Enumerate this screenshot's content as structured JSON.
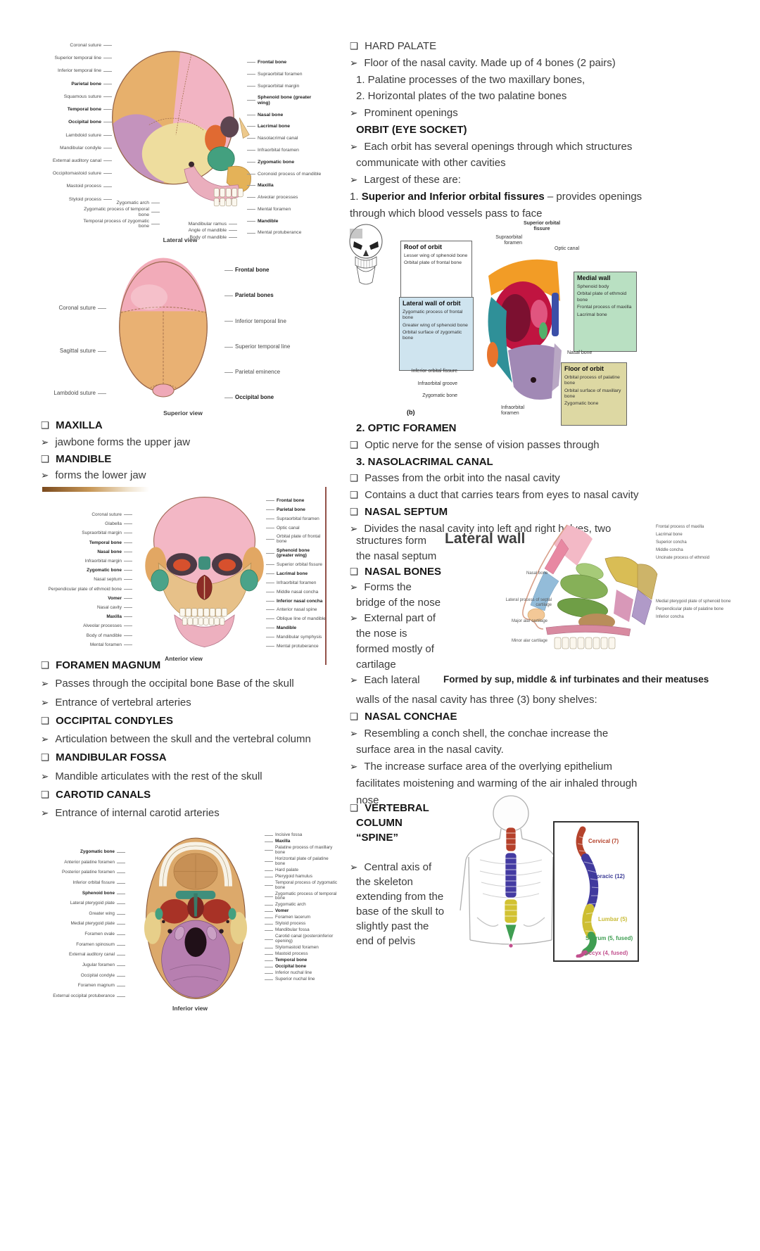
{
  "left_col": {
    "lateral_figure": {
      "caption": "Lateral view",
      "left_labels": [
        {
          "t": "Coronal suture",
          "cls": ""
        },
        {
          "t": "Superior temporal line",
          "cls": ""
        },
        {
          "t": "Inferior temporal line",
          "cls": ""
        },
        {
          "t": "Parietal bone",
          "cls": "b"
        },
        {
          "t": "Squamous suture",
          "cls": ""
        },
        {
          "t": "Temporal bone",
          "cls": "b"
        },
        {
          "t": "Occipital bone",
          "cls": "b"
        },
        {
          "t": "Lambdoid suture",
          "cls": ""
        },
        {
          "t": "Mandibular condyle",
          "cls": ""
        },
        {
          "t": "External auditory canal",
          "cls": ""
        },
        {
          "t": "Occipitomastoid suture",
          "cls": ""
        },
        {
          "t": "Mastoid process",
          "cls": ""
        },
        {
          "t": "Styloid process",
          "cls": ""
        }
      ],
      "zygomatic_group": [
        "Zygomatic arch",
        "Zygomatic process of temporal bone",
        "Temporal process of zygomatic bone"
      ],
      "mandible_group": [
        "Mandibular ramus",
        "Angle of mandible",
        "Body of mandible"
      ],
      "right_labels": [
        {
          "t": "Frontal bone",
          "cls": "b"
        },
        {
          "t": "Supraorbital foramen",
          "cls": ""
        },
        {
          "t": "Supraorbital margin",
          "cls": ""
        },
        {
          "t": "Sphenoid bone (greater wing)",
          "cls": "b"
        },
        {
          "t": "Nasal bone",
          "cls": "b"
        },
        {
          "t": "Lacrimal bone",
          "cls": "b"
        },
        {
          "t": "Nasolacrimal canal",
          "cls": ""
        },
        {
          "t": "Infraorbital foramen",
          "cls": ""
        },
        {
          "t": "Zygomatic bone",
          "cls": "b"
        },
        {
          "t": "Coronoid process of mandible",
          "cls": ""
        },
        {
          "t": "Maxilla",
          "cls": "b"
        },
        {
          "t": "Alveolar processes",
          "cls": ""
        },
        {
          "t": "Mental foramen",
          "cls": ""
        },
        {
          "t": "Mandible",
          "cls": "b"
        },
        {
          "t": "Mental protuberance",
          "cls": ""
        }
      ]
    },
    "superior_figure": {
      "caption": "Superior view",
      "left_labels": [
        {
          "t": "Coronal suture",
          "cls": ""
        },
        {
          "t": "Sagittal suture",
          "cls": ""
        },
        {
          "t": "Lambdoid suture",
          "cls": ""
        }
      ],
      "right_labels": [
        {
          "t": "Frontal bone",
          "cls": "b"
        },
        {
          "t": "Parietal bones",
          "cls": "b"
        },
        {
          "t": "Inferior temporal line",
          "cls": ""
        },
        {
          "t": "Superior temporal line",
          "cls": ""
        },
        {
          "t": "Parietal eminence",
          "cls": ""
        },
        {
          "t": "Occipital bone",
          "cls": "b"
        }
      ]
    },
    "jaw_text": {
      "lines": [
        {
          "g": "❑",
          "t": "MAXILLA",
          "cls": "b"
        },
        {
          "g": "➢",
          "t": "jawbone forms the upper jaw",
          "cls": ""
        },
        {
          "g": "❑",
          "t": "MANDIBLE",
          "cls": "b"
        },
        {
          "g": "➢",
          "t": "forms the lower jaw",
          "cls": ""
        }
      ]
    },
    "anterior_figure": {
      "caption": "Anterior view",
      "left_labels": [
        {
          "t": "Coronal suture",
          "cls": ""
        },
        {
          "t": "Glabella",
          "cls": ""
        },
        {
          "t": "Supraorbital margin",
          "cls": ""
        },
        {
          "t": "Temporal bone",
          "cls": "b"
        },
        {
          "t": "Nasal bone",
          "cls": "b"
        },
        {
          "t": "Infraorbital margin",
          "cls": ""
        },
        {
          "t": "Zygomatic bone",
          "cls": "b"
        },
        {
          "t": "Nasal septum",
          "cls": ""
        },
        {
          "t": "Perpendicular plate of ethmoid bone",
          "cls": ""
        },
        {
          "t": "Vomer",
          "cls": "b"
        },
        {
          "t": "Nasal cavity",
          "cls": ""
        },
        {
          "t": "Maxilla",
          "cls": "b"
        },
        {
          "t": "Alveolar processes",
          "cls": ""
        },
        {
          "t": "Body of mandible",
          "cls": ""
        },
        {
          "t": "Mental foramen",
          "cls": ""
        }
      ],
      "right_labels": [
        {
          "t": "Frontal bone",
          "cls": "b"
        },
        {
          "t": "Parietal bone",
          "cls": "b"
        },
        {
          "t": "Supraorbital foramen",
          "cls": ""
        },
        {
          "t": "Optic canal",
          "cls": ""
        },
        {
          "t": "Orbital plate of frontal bone",
          "cls": ""
        },
        {
          "t": "Sphenoid bone (greater wing)",
          "cls": "b"
        },
        {
          "t": "Superior orbital fissure",
          "cls": ""
        },
        {
          "t": "Lacrimal bone",
          "cls": "b"
        },
        {
          "t": "Infraorbital foramen",
          "cls": ""
        },
        {
          "t": "Middle nasal concha",
          "cls": ""
        },
        {
          "t": "Inferior nasal concha",
          "cls": "b"
        },
        {
          "t": "Anterior nasal spine",
          "cls": ""
        },
        {
          "t": "Oblique line of mandible",
          "cls": ""
        },
        {
          "t": "Mandible",
          "cls": "b"
        },
        {
          "t": "Mandibular symphysis",
          "cls": ""
        },
        {
          "t": "Mental protuberance",
          "cls": ""
        }
      ]
    },
    "base_text": {
      "lines": [
        {
          "g": "❑",
          "t": "FORAMEN MAGNUM",
          "cls": "b"
        },
        {
          "g": "➢",
          "t": "Passes through the occipital bone Base of the skull",
          "cls": ""
        },
        {
          "g": "➢",
          "t": "Entrance of vertebral arteries",
          "cls": ""
        },
        {
          "g": "❑",
          "t": "OCCIPITAL CONDYLES",
          "cls": "b"
        },
        {
          "g": "➢",
          "t": "Articulation between the skull and the vertebral column",
          "cls": ""
        },
        {
          "g": "❑",
          "t": "MANDIBULAR FOSSA",
          "cls": "b"
        },
        {
          "g": "➢",
          "t": "Mandible articulates with the rest of the skull",
          "cls": ""
        },
        {
          "g": "❑",
          "t": "CAROTID CANALS",
          "cls": "b"
        },
        {
          "g": "➢",
          "t": "Entrance of internal carotid arteries",
          "cls": ""
        }
      ]
    },
    "inferior_figure": {
      "caption": "Inferior view",
      "left_labels": [
        {
          "t": "Zygomatic bone",
          "cls": "b"
        },
        {
          "t": "Anterior palatine foramen",
          "cls": ""
        },
        {
          "t": "Posterior palatine foramen",
          "cls": ""
        },
        {
          "t": "Inferior orbital fissure",
          "cls": ""
        },
        {
          "t": "Sphenoid bone",
          "cls": "b"
        },
        {
          "t": "Lateral pterygoid plate",
          "cls": ""
        },
        {
          "t": "Greater wing",
          "cls": ""
        },
        {
          "t": "Medial pterygoid plate",
          "cls": ""
        },
        {
          "t": "Foramen ovale",
          "cls": ""
        },
        {
          "t": "Foramen spinosum",
          "cls": ""
        },
        {
          "t": "External auditory canal",
          "cls": ""
        },
        {
          "t": "Jugular foramen",
          "cls": ""
        },
        {
          "t": "Occipital condyle",
          "cls": ""
        },
        {
          "t": "Foramen magnum",
          "cls": ""
        },
        {
          "t": "External occipital protuberance",
          "cls": ""
        }
      ],
      "right_labels": [
        {
          "t": "Incisive fossa",
          "cls": ""
        },
        {
          "t": "Maxilla",
          "cls": "b"
        },
        {
          "t": "Palatine process of maxillary bone",
          "cls": ""
        },
        {
          "t": "Horizontal plate of palatine bone",
          "cls": ""
        },
        {
          "t": "Hard palate",
          "cls": ""
        },
        {
          "t": "Pterygoid hamulus",
          "cls": ""
        },
        {
          "t": "Temporal process of zygomatic bone",
          "cls": ""
        },
        {
          "t": "Zygomatic process of temporal bone",
          "cls": ""
        },
        {
          "t": "Zygomatic arch",
          "cls": ""
        },
        {
          "t": "Vomer",
          "cls": "b"
        },
        {
          "t": "Foramen lacerum",
          "cls": ""
        },
        {
          "t": "Styloid process",
          "cls": ""
        },
        {
          "t": "Mandibular fossa",
          "cls": ""
        },
        {
          "t": "Carotid canal (posteroinferior opening)",
          "cls": ""
        },
        {
          "t": "Stylomastoid foramen",
          "cls": ""
        },
        {
          "t": "Mastoid process",
          "cls": ""
        },
        {
          "t": "Temporal bone",
          "cls": "b"
        },
        {
          "t": "Occipital bone",
          "cls": "b"
        },
        {
          "t": "Inferior nuchal line",
          "cls": ""
        },
        {
          "t": "Superior nuchal line",
          "cls": ""
        }
      ]
    }
  },
  "right_col": {
    "hard_palate": {
      "lines": [
        {
          "g": "❑",
          "t": "HARD PALATE",
          "cls": ""
        },
        {
          "g": "➢",
          "t": "Floor of the nasal cavity. Made up of 4 bones (2 pairs)",
          "cls": ""
        },
        {
          "g": "",
          "t": "1. Palatine processes of the two maxillary bones,",
          "cls": ""
        },
        {
          "g": "",
          "t": "2. Horizontal plates of the two palatine bones",
          "cls": ""
        },
        {
          "g": "➢",
          "t": "Prominent openings",
          "cls": ""
        },
        {
          "g": "",
          "t": "ORBIT (EYE SOCKET)",
          "cls": "b"
        },
        {
          "g": "➢",
          "t": "Each orbit has several openings through which structures",
          "cls": ""
        },
        {
          "g": "",
          "t": "communicate with other cavities",
          "cls": ""
        },
        {
          "g": "➢",
          "t": "Largest of these are:",
          "cls": ""
        }
      ],
      "fissure_line": {
        "pre": "1. ",
        "bold": "Superior and Inferior orbital fissures",
        "post": " – provides openings",
        "cont": "through which blood vessels pass to face"
      }
    },
    "orbit_figure": {
      "panel_tag": "(b)",
      "boxes": {
        "roof": {
          "title": "Roof of orbit",
          "bg": "#ffffff",
          "items": [
            "Lesser wing of sphenoid bone",
            "Orbital plate of frontal bone"
          ]
        },
        "lateral": {
          "title": "Lateral wall of orbit",
          "bg": "#cfe4ef",
          "items": [
            "Zygomatic process of frontal bone",
            "Greater wing of sphenoid bone",
            "Orbital surface of zygomatic bone"
          ]
        },
        "medial": {
          "title": "Medial wall",
          "bg": "#b9e0c2",
          "items": [
            "Sphenoid body",
            "Orbital plate of ethmoid bone",
            "Frontal process of maxilla",
            "Lacrimal bone"
          ]
        },
        "floor": {
          "title": "Floor of orbit",
          "bg": "#ddd8a3",
          "items": [
            "Orbital process of palatine bone",
            "Orbital surface of maxillary bone",
            "Zygomatic bone"
          ]
        }
      },
      "labels": {
        "supraorbital_foramen": "Supraorbital foramen",
        "superior_orbital_fissure": "Superior orbital fissure",
        "optic_canal": "Optic canal",
        "nasal_bone": "Nasal bone",
        "inferior_orbital_fissure": "Inferior orbital fissure",
        "infraorbital_groove": "Infraorbital groove",
        "zygomatic_bone": "Zygomatic bone",
        "infraorbital_foramen": "Infraorbital foramen"
      }
    },
    "optic_text": {
      "lines": [
        {
          "g": "",
          "t": "2. OPTIC FORAMEN",
          "cls": "b"
        },
        {
          "g": "❑",
          "t": "Optic nerve for the sense of vision passes through",
          "cls": ""
        },
        {
          "g": "",
          "t": "3. NASOLACRIMAL CANAL",
          "cls": "b"
        },
        {
          "g": "❑",
          "t": "Passes from the orbit into the nasal cavity",
          "cls": ""
        },
        {
          "g": "❑",
          "t": "Contains a duct that carries tears from eyes to nasal cavity",
          "cls": ""
        },
        {
          "g": "❑",
          "t": "NASAL SEPTUM",
          "cls": "b"
        },
        {
          "g": "➢",
          "t": "Divides the nasal cavity into left and right halves, two",
          "cls": ""
        }
      ]
    },
    "nasal_col": {
      "lines": [
        {
          "g": "",
          "t": "structures form",
          "cls": ""
        },
        {
          "g": "",
          "t": "the nasal septum",
          "cls": ""
        },
        {
          "g": "❑",
          "t": "NASAL BONES",
          "cls": "b"
        },
        {
          "g": "➢",
          "t": "Forms the",
          "cls": ""
        },
        {
          "g": "",
          "t": "bridge of the nose",
          "cls": ""
        },
        {
          "g": "➢",
          "t": "External part of",
          "cls": ""
        },
        {
          "g": "",
          "t": "the nose is",
          "cls": ""
        },
        {
          "g": "",
          "t": "formed mostly of",
          "cls": ""
        },
        {
          "g": "",
          "t": "cartilage",
          "cls": ""
        },
        {
          "g": "➢",
          "t": "Each lateral",
          "cls": ""
        }
      ]
    },
    "nose_figure": {
      "title": "Lateral wall",
      "caption": "Formed by sup, middle & inf turbinates and their meatuses",
      "right_labels": [
        "Frontal process of maxilla",
        "Lacrimal bone",
        "Superior concha",
        "Middle concha",
        "Uncinate process of ethmoid",
        "Medial pterygoid plate of sphenoid bone",
        "Perpendicular plate of palatine bone",
        "Inferior concha"
      ],
      "left_labels": {
        "nasal_bone": "Nasal bone",
        "lateral_process": "Lateral process of septal cartilage",
        "major_alar": "Major alar cartilage",
        "minor_alar": "Minor alar cartilage"
      }
    },
    "conchae_text": {
      "lines": [
        {
          "g": "",
          "t": "walls of the nasal cavity has three (3) bony shelves:",
          "cls": ""
        },
        {
          "g": "❑",
          "t": "NASAL CONCHAE",
          "cls": "b"
        },
        {
          "g": "➢",
          "t": "Resembling a conch shell, the conchae increase the",
          "cls": ""
        },
        {
          "g": "",
          "t": "surface area in the nasal cavity.",
          "cls": ""
        },
        {
          "g": "➢",
          "t": "The increase surface area of the overlying epithelium",
          "cls": ""
        },
        {
          "g": "",
          "t": "facilitates moistening and warming of the air inhaled through",
          "cls": ""
        },
        {
          "g": "",
          "t": "nose",
          "cls": ""
        }
      ]
    },
    "vertebral_col": {
      "lines": [
        {
          "g": "❑",
          "t": "VERTEBRAL",
          "cls": "b"
        },
        {
          "g": "",
          "t": "COLUMN",
          "cls": "b"
        },
        {
          "g": "",
          "t": "“SPINE”",
          "cls": "b"
        },
        {
          "g": "",
          "t": "",
          "cls": ""
        },
        {
          "g": "➢",
          "t": "Central axis of",
          "cls": ""
        },
        {
          "g": "",
          "t": "the skeleton",
          "cls": ""
        },
        {
          "g": "",
          "t": "extending from the",
          "cls": ""
        },
        {
          "g": "",
          "t": "base of the skull to",
          "cls": ""
        },
        {
          "g": "",
          "t": "slightly past the",
          "cls": ""
        },
        {
          "g": "",
          "t": "end of pelvis",
          "cls": ""
        }
      ]
    },
    "spine_figure": {
      "labels": [
        {
          "t": "Cervical (7)",
          "css": "color:#b5432c"
        },
        {
          "t": "Thoracic (12)",
          "css": "color:#3c3c96"
        },
        {
          "t": "Lumbar (5)",
          "css": "color:#c8bb35"
        },
        {
          "t": "Sacrum (5, fused)",
          "css": "color:#3f9e52"
        },
        {
          "t": "Coccyx (4, fused)",
          "css": "color:#c2508e"
        }
      ],
      "colors": {
        "cervical": "#b5432c",
        "thoracic": "#3c3c96",
        "lumbar": "#c8bb35",
        "sacrum": "#3f9e52",
        "coccyx": "#c2508e"
      }
    }
  }
}
